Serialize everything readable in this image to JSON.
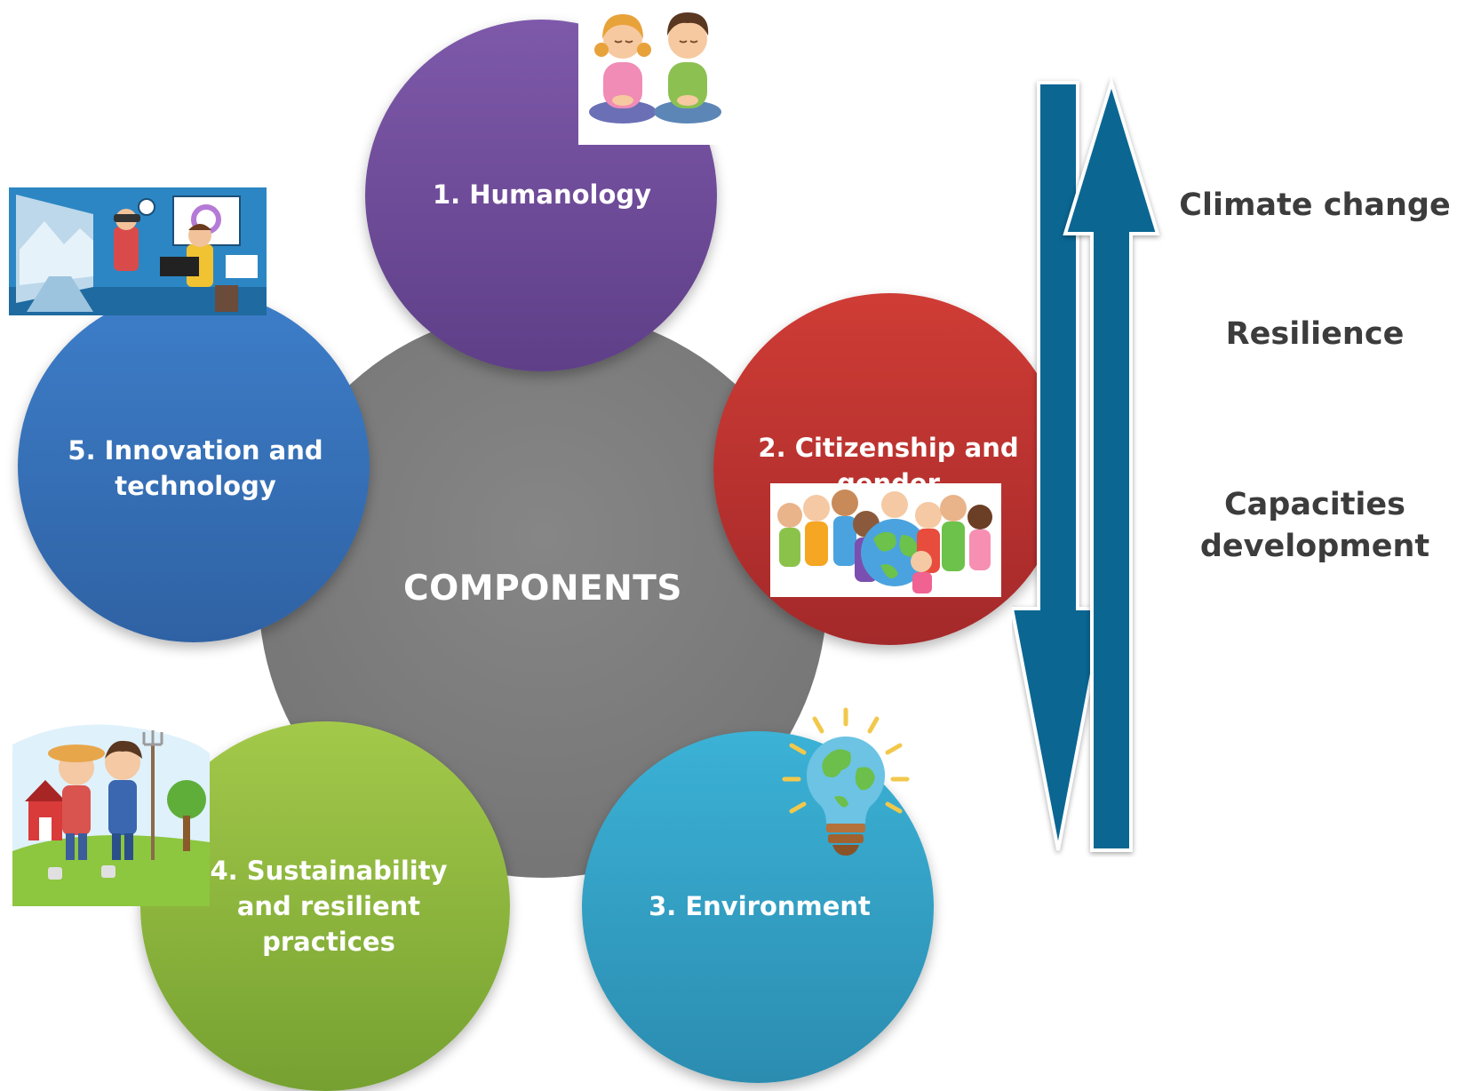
{
  "diagram": {
    "center": {
      "label": "COMPONENTS",
      "color": "#7a7a7a"
    },
    "components": [
      {
        "label": "1. Humanology",
        "color": "#6f4e9c",
        "image": "meditating-children-icon"
      },
      {
        "label": "2. Citizenship and gender",
        "color": "#b9302e",
        "image": "children-around-globe-icon"
      },
      {
        "label": "3. Environment",
        "color": "#33a0c4",
        "image": "earth-lightbulb-icon"
      },
      {
        "label": "4. Sustainability and resilient practices",
        "color": "#8cb43d",
        "image": "farmer-children-icon"
      },
      {
        "label": "5. Innovation and technology",
        "color": "#356fb6",
        "image": "vr-classroom-icon"
      }
    ],
    "arrows": {
      "color": "#0b6692",
      "down": "arrow-down-icon",
      "up": "arrow-up-icon"
    },
    "side_labels": [
      "Climate change",
      "Resilience",
      "Capacities development"
    ]
  }
}
